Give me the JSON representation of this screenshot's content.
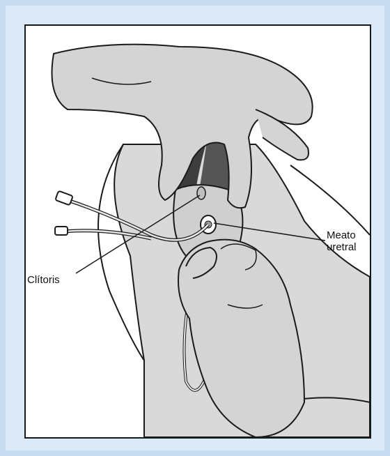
{
  "labels": {
    "clitoris": "Clítoris",
    "meatus_line1": "Meato",
    "meatus_line2": "uretral"
  },
  "colors": {
    "background": "#c9ddf0",
    "skin": "#d4d4d4",
    "shadow": "#3d3d3d",
    "outline": "#1a1a1a"
  }
}
